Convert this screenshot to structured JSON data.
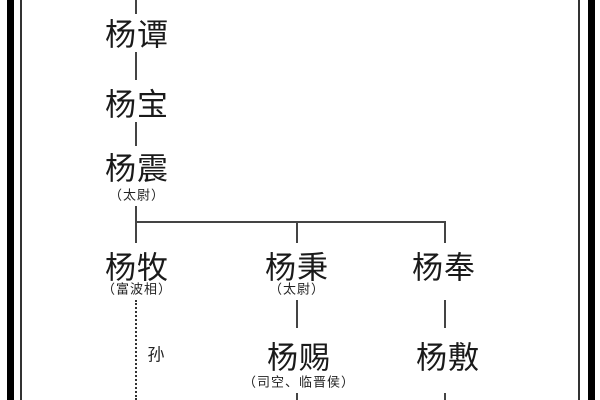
{
  "diagram": {
    "type": "family-tree",
    "colors": {
      "frame": "#000000",
      "lines": "#444444",
      "text": "#1a1a1a",
      "background": "#ffffff"
    },
    "nodes": {
      "yang_tan": {
        "name": "杨谭"
      },
      "yang_bao": {
        "name": "杨宝"
      },
      "yang_zhen": {
        "name": "杨震",
        "title": "（太尉）"
      },
      "yang_mu": {
        "name": "杨牧",
        "title": "（富波相）"
      },
      "yang_bing": {
        "name": "杨秉",
        "title": "（太尉）"
      },
      "yang_feng": {
        "name": "杨奉"
      },
      "yang_ci": {
        "name": "杨赐",
        "title": "（司空、临晋侯）"
      },
      "yang_fu": {
        "name": "杨敷"
      }
    },
    "relations": {
      "grandson_label": "孙"
    },
    "edges": [
      {
        "from": "yang_tan",
        "to": "yang_bao",
        "style": "solid"
      },
      {
        "from": "yang_bao",
        "to": "yang_zhen",
        "style": "solid"
      },
      {
        "from": "yang_zhen",
        "to": "yang_mu",
        "style": "solid"
      },
      {
        "from": "yang_zhen",
        "to": "yang_bing",
        "style": "solid"
      },
      {
        "from": "yang_zhen",
        "to": "yang_feng",
        "style": "solid"
      },
      {
        "from": "yang_bing",
        "to": "yang_ci",
        "style": "solid"
      },
      {
        "from": "yang_feng",
        "to": "yang_fu",
        "style": "solid"
      },
      {
        "from": "yang_mu",
        "to": "grandson",
        "style": "dotted",
        "label": "孙"
      }
    ]
  }
}
